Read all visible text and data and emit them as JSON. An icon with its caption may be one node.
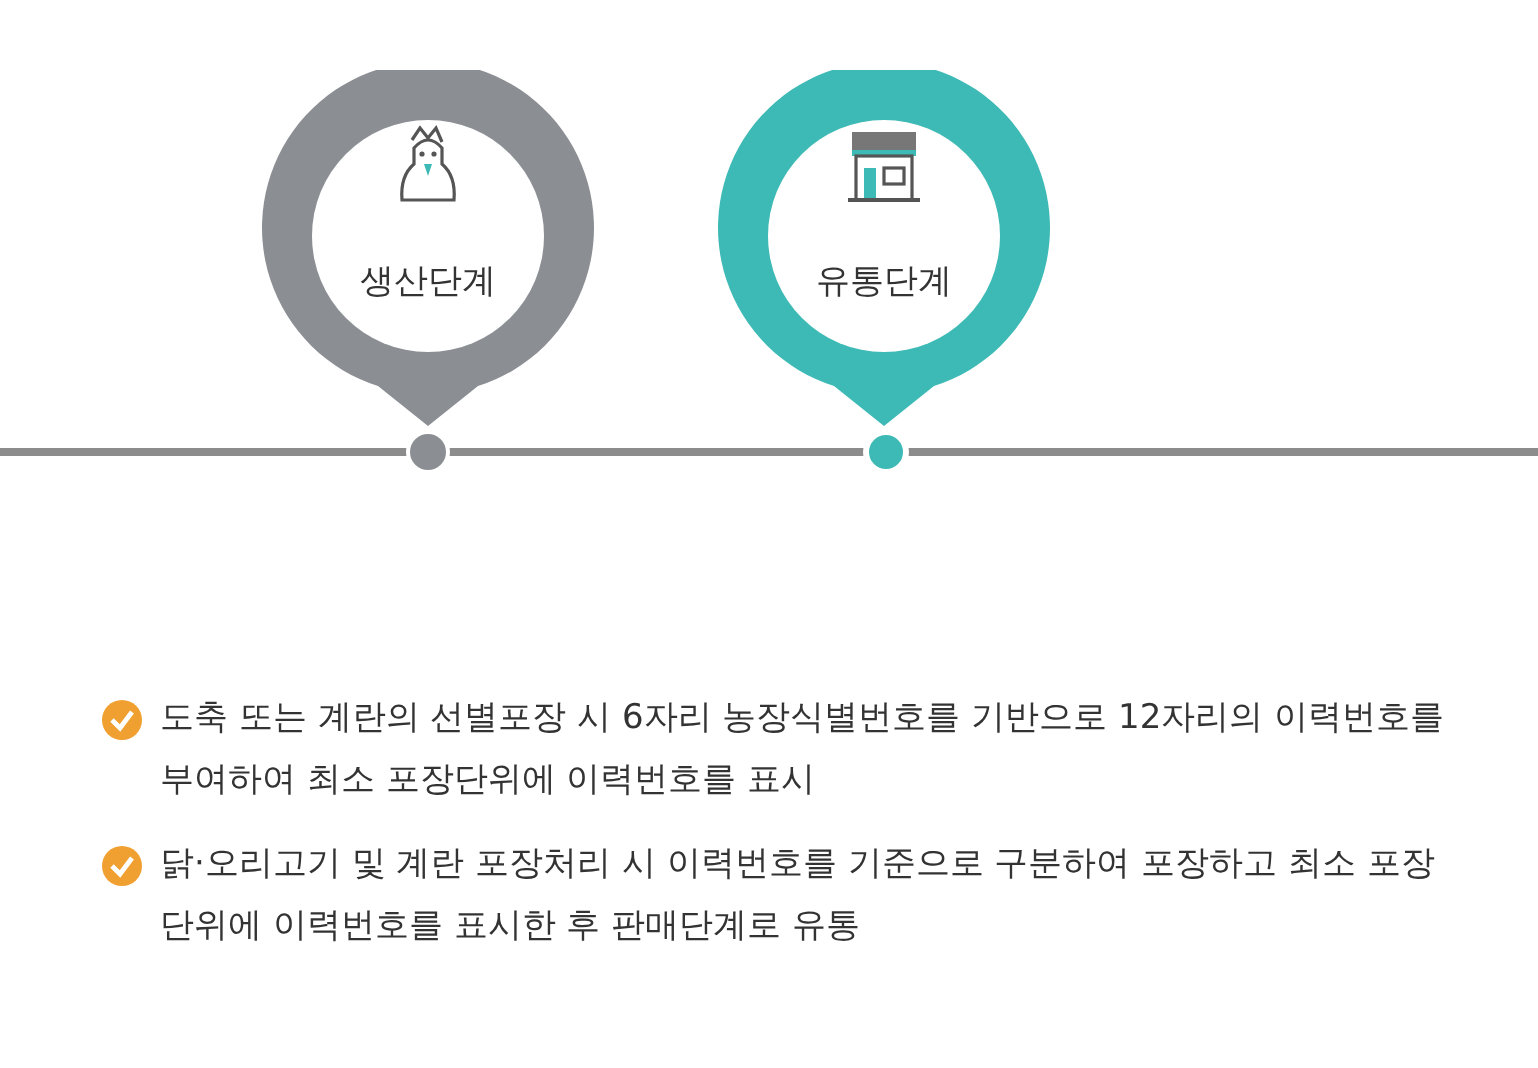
{
  "diagram": {
    "nodes": [
      {
        "text": [
          "생산단계"
        ]
      },
      {
        "text": [
          "유통단계"
        ]
      }
    ],
    "labels": [
      "도축 또는 계란의 선별포장 시 6자리 농장식별번호를 기반으로 12자리의 이력번호를 부여하여 최소 포장단위에 이력번호를 표시",
      "닭·오리고기 및 계란 포장처리 시 이력번호를 기준으로 구분하여 포장하고 최소 포장단위에 이력번호를 표시한 후 판매단계로 유통"
    ]
  }
}
